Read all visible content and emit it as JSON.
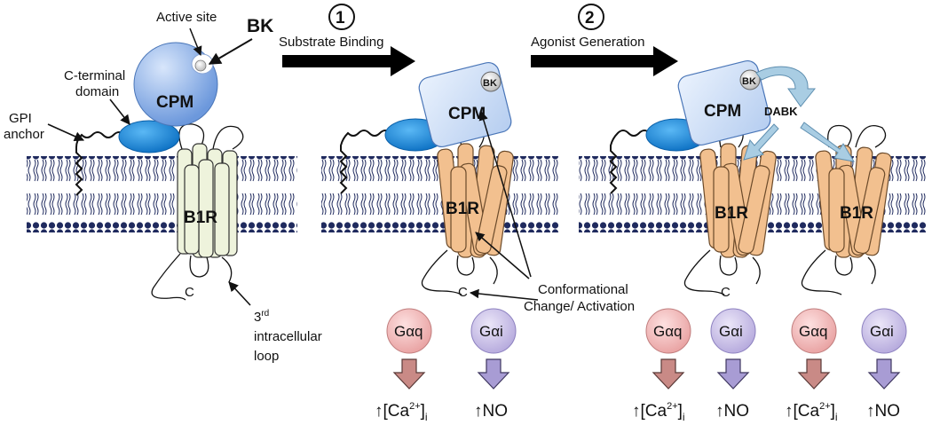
{
  "steps": [
    {
      "number": "1",
      "label": "Substrate Binding"
    },
    {
      "number": "2",
      "label": "Agonist Generation"
    }
  ],
  "labels": {
    "active_site": "Active site",
    "bk": "BK",
    "cpm": "CPM",
    "c_terminal_line1": "C-terminal",
    "c_terminal_line2": "domain",
    "gpi_line1": "GPI",
    "gpi_line2": "anchor",
    "b1r": "B1R",
    "c_terminus": "C",
    "loop_ordinal": "3",
    "loop_ordinal_sup": "rd",
    "loop_line2": "intracellular",
    "loop_line3": "loop",
    "conformational_line1": "Conformational",
    "conformational_line2": "Change/ Activation",
    "dabk": "DABK",
    "gaq": "Gαq",
    "gai": "Gαi",
    "ca_pre": "↑[Ca",
    "ca_sup": "2+",
    "ca_post": "]",
    "ca_sub": "i",
    "no": "↑NO"
  },
  "colors": {
    "cpm_sphere": "#7fa9e6",
    "cpm_box": "#cfe0f8",
    "gpi_ellipse": "#1e8fe0",
    "b1r_inactive": "#eef3dc",
    "b1r_active": "#f2c08f",
    "gaq": "#f2b3b3",
    "gai": "#c7bde6",
    "arrow_gaq": "#c98a86",
    "arrow_gai": "#a89cd4",
    "lipid_head": "#1f2a5e",
    "dabk_arrow": "#a9cde3"
  }
}
